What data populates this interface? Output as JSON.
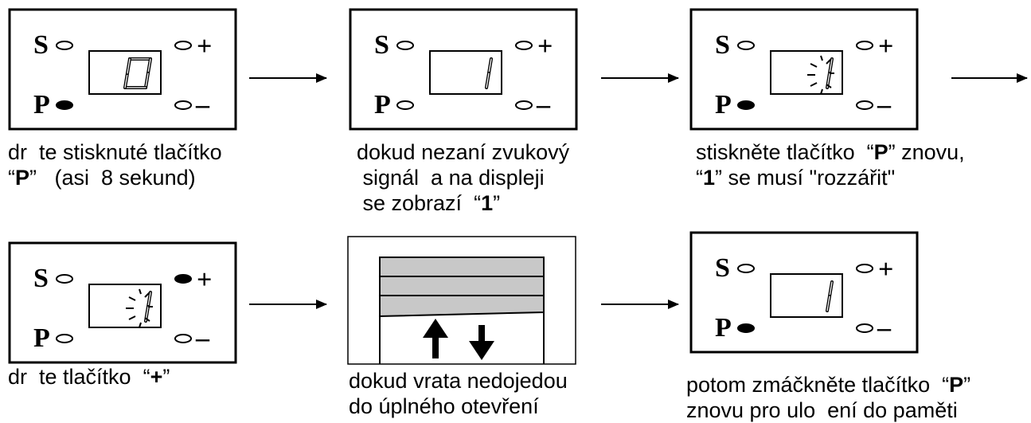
{
  "panel_labels": {
    "s": "S",
    "p": "P",
    "plus": "+",
    "minus": "–"
  },
  "panels": [
    {
      "digit": "0",
      "p_active": true,
      "plus_active": false,
      "blink": false
    },
    {
      "digit": "1",
      "p_active": false,
      "plus_active": false,
      "blink": false
    },
    {
      "digit": "1",
      "p_active": true,
      "plus_active": false,
      "blink": true
    },
    {
      "digit": "1",
      "p_active": false,
      "plus_active": true,
      "blink": true
    },
    {
      "digit": "1",
      "p_active": true,
      "plus_active": false,
      "blink": false
    }
  ],
  "captions": [
    [
      "dr  te stisknuté tlačítko",
      "“**P**”   (asi  8 sekund)"
    ],
    [
      "dokud nezaní zvukový",
      " signál  a na displeji",
      " se zobrazí  “**1**”"
    ],
    [
      "stiskněte tlačítko  “**P**” znovu,",
      "“**1**” se musí \"rozzářit\""
    ],
    [
      "dr  te tlačítko  “**+**”"
    ],
    [
      "dokud vrata nedojedou",
      "do úplného otevření"
    ],
    [
      "potom zmáčkněte tlačítko  “**P**”",
      "znovu pro ulo  ení do paměti"
    ]
  ],
  "door": {
    "panel_fill": "#c8c8c8",
    "arrows": [
      "up",
      "down"
    ]
  }
}
